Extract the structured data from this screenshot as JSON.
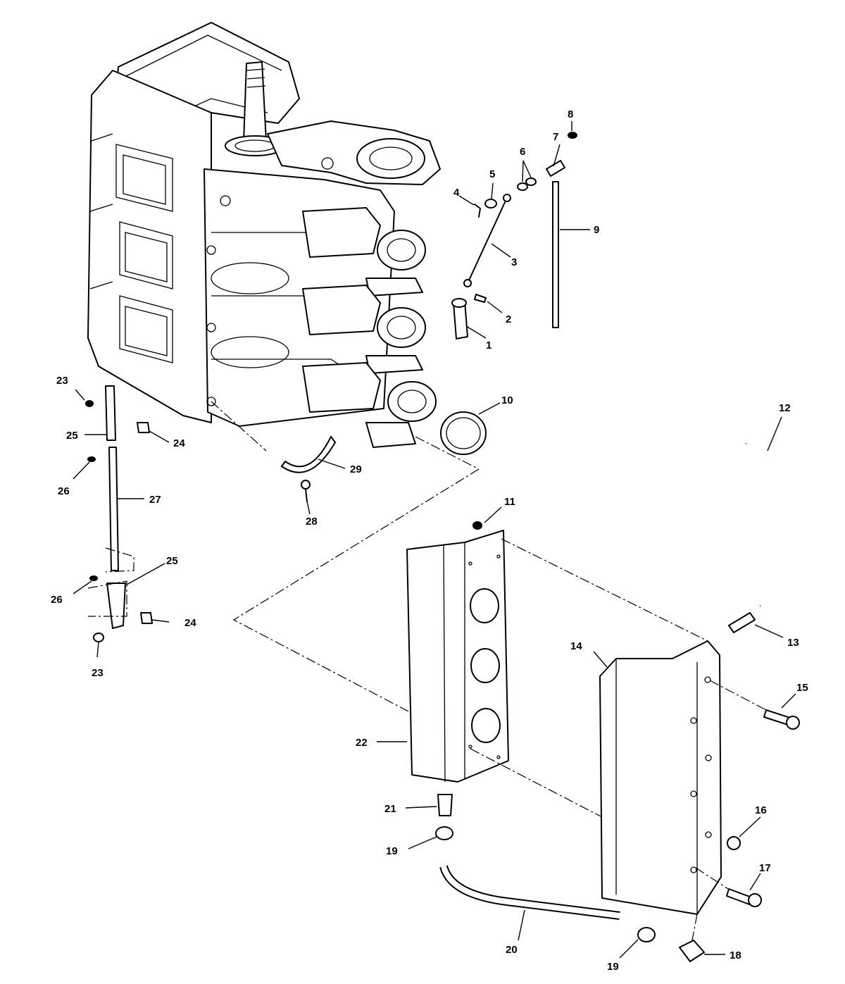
{
  "diagram": {
    "kind": "exploded-parts-view",
    "callouts": [
      {
        "id": "c1",
        "label": "1"
      },
      {
        "id": "c2",
        "label": "2"
      },
      {
        "id": "c3",
        "label": "3"
      },
      {
        "id": "c4",
        "label": "4"
      },
      {
        "id": "c5",
        "label": "5"
      },
      {
        "id": "c6",
        "label": "6"
      },
      {
        "id": "c7",
        "label": "7"
      },
      {
        "id": "c8",
        "label": "8"
      },
      {
        "id": "c9",
        "label": "9"
      },
      {
        "id": "c10",
        "label": "10"
      },
      {
        "id": "c11",
        "label": "11"
      },
      {
        "id": "c12",
        "label": "12"
      },
      {
        "id": "c13",
        "label": "13"
      },
      {
        "id": "c14",
        "label": "14"
      },
      {
        "id": "c15",
        "label": "15"
      },
      {
        "id": "c16",
        "label": "16"
      },
      {
        "id": "c17",
        "label": "17"
      },
      {
        "id": "c18",
        "label": "18"
      },
      {
        "id": "c19a",
        "label": "19"
      },
      {
        "id": "c19b",
        "label": "19"
      },
      {
        "id": "c20",
        "label": "20"
      },
      {
        "id": "c21",
        "label": "21"
      },
      {
        "id": "c22",
        "label": "22"
      },
      {
        "id": "c23a",
        "label": "23"
      },
      {
        "id": "c23b",
        "label": "23"
      },
      {
        "id": "c24a",
        "label": "24"
      },
      {
        "id": "c24b",
        "label": "24"
      },
      {
        "id": "c25a",
        "label": "25"
      },
      {
        "id": "c25b",
        "label": "25"
      },
      {
        "id": "c26a",
        "label": "26"
      },
      {
        "id": "c26b",
        "label": "26"
      },
      {
        "id": "c27",
        "label": "27"
      },
      {
        "id": "c28",
        "label": "28"
      },
      {
        "id": "c29",
        "label": "29"
      }
    ]
  }
}
